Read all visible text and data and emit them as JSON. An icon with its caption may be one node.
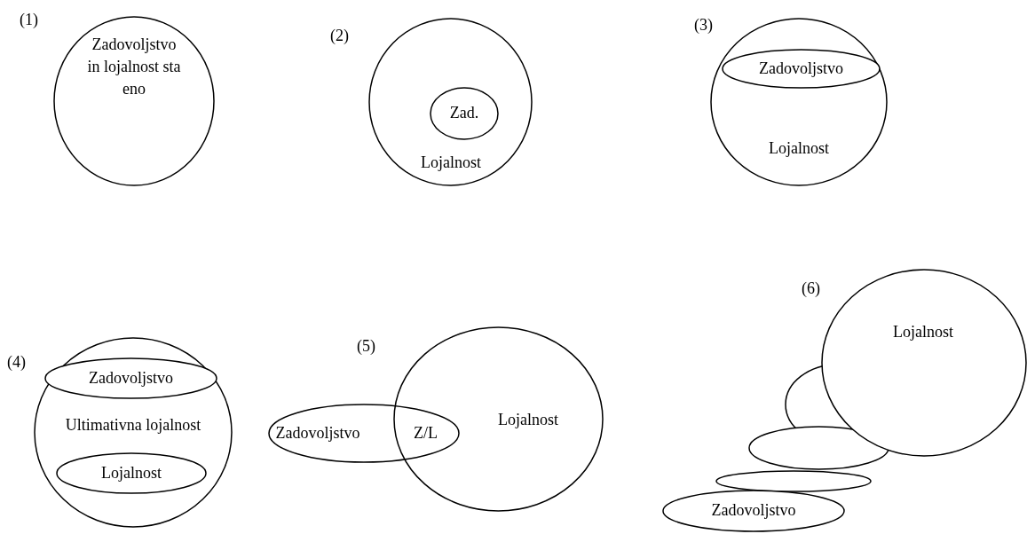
{
  "diagram": {
    "nodes": [
      {
        "text": [
          "Zadovoljstvo in lojalnost sta eno"
        ]
      },
      {
        "text": [
          "Lojalnost"
        ]
      },
      {
        "text": [
          "Zad."
        ],
        "in": 1
      },
      {
        "text": [
          "Lojalnost"
        ]
      },
      {
        "text": [
          "Zadovoljstvo"
        ],
        "in": 3
      },
      {
        "text": [
          "Ultimativna lojalnost"
        ]
      },
      {
        "text": [
          "Zadovoljstvo"
        ],
        "in": 5
      },
      {
        "text": [
          "Lojalnost"
        ],
        "in": 5
      },
      {
        "text": [
          "Zadovoljstvo"
        ]
      },
      {
        "text": [
          "Lojalnost"
        ]
      },
      {
        "text": [
          "Lojalnost"
        ]
      },
      {
        "text": [],
        "shape": "ellipse"
      },
      {
        "text": [],
        "shape": "ellipse"
      },
      {
        "text": [],
        "shape": "ellipse"
      },
      {
        "text": [
          "Zadovoljstvo"
        ]
      }
    ],
    "edges": [],
    "labels": [
      "(1)",
      "(2)",
      "(3)",
      "(4)",
      "(5)",
      "Z/L",
      "(6)"
    ]
  }
}
